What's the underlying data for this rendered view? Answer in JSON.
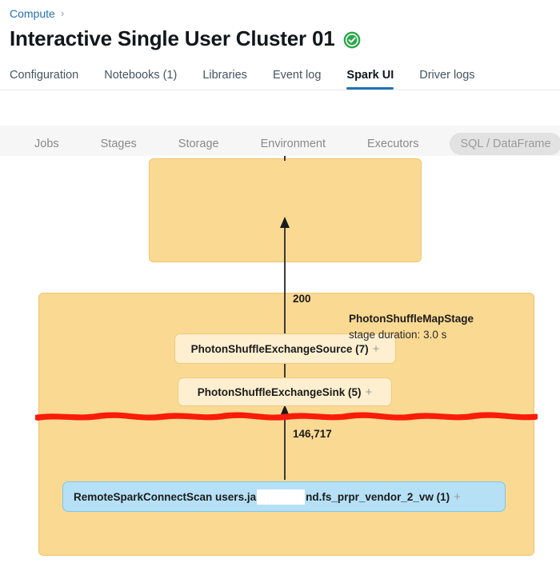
{
  "breadcrumb": {
    "root": "Compute",
    "separator": "›"
  },
  "header": {
    "title": "Interactive Single User Cluster 01",
    "status_icon": "green-check-circle-icon",
    "status_color": "#2aa84a"
  },
  "tabs": [
    {
      "label": "Configuration",
      "active": false
    },
    {
      "label": "Notebooks (1)",
      "active": false
    },
    {
      "label": "Libraries",
      "active": false
    },
    {
      "label": "Event log",
      "active": false
    },
    {
      "label": "Spark UI",
      "active": true
    },
    {
      "label": "Driver logs",
      "active": false
    }
  ],
  "subnav": [
    {
      "label": "Jobs",
      "selected": false
    },
    {
      "label": "Stages",
      "selected": false
    },
    {
      "label": "Storage",
      "selected": false
    },
    {
      "label": "Environment",
      "selected": false
    },
    {
      "label": "Executors",
      "selected": false
    },
    {
      "label": "SQL / DataFrame",
      "selected": true
    }
  ],
  "dag": {
    "stage_top": {
      "clipped": true
    },
    "stage_main": {
      "name": "PhotonShuffleMapStage",
      "duration": "stage duration: 3.0 s"
    },
    "nodes": [
      {
        "id": "source",
        "label": "PhotonShuffleExchangeSource (7)",
        "expand": "+",
        "style": "cream"
      },
      {
        "id": "sink",
        "label": "PhotonShuffleExchangeSink (5)",
        "expand": "+",
        "style": "cream"
      },
      {
        "id": "scan_prefix",
        "label": "RemoteSparkConnectScan users.ja",
        "style": "blue"
      },
      {
        "id": "scan_suffix",
        "label": "nd.fs_prpr_vendor_2_vw (1)",
        "expand": "+",
        "style": "blue"
      }
    ],
    "edge_labels": {
      "source_to_sink": "200",
      "scan_to_sink": "146,717"
    },
    "annotation": {
      "type": "red-marker-line",
      "color": "#f91c08"
    }
  },
  "colors": {
    "link": "#2272b4",
    "accent": "#2272b4",
    "stage_fill": "#fad993",
    "stage_border": "#f2c46a",
    "node_cream": "#fdefcf",
    "node_blue": "#b5e0f5",
    "annotation_red": "#f91c08"
  }
}
